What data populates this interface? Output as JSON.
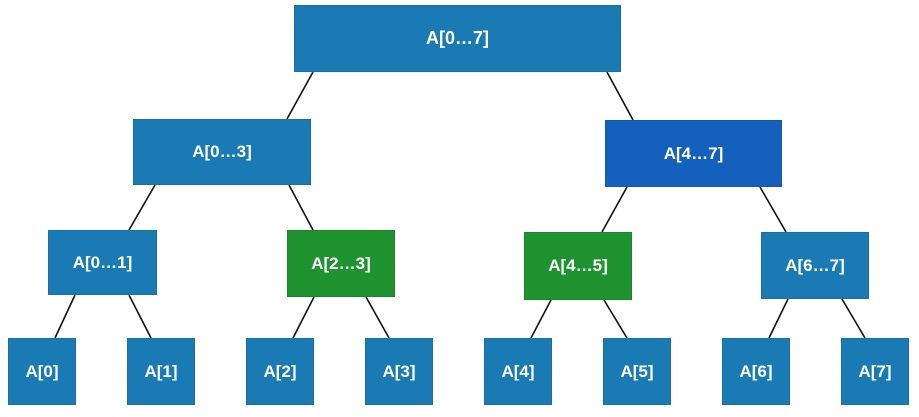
{
  "colors": {
    "default_node": "#1a7bb4",
    "highlight_node_right": "#1460bd",
    "highlight_node_green": "#1e9330",
    "edge": "#111111",
    "text": "#ffffff"
  },
  "tree": {
    "root": {
      "label": "A[0…7]"
    },
    "level1": [
      {
        "label": "A[0…3]"
      },
      {
        "label": "A[4…7]"
      }
    ],
    "level2": [
      {
        "label": "A[0…1]"
      },
      {
        "label": "A[2…3]"
      },
      {
        "label": "A[4…5]"
      },
      {
        "label": "A[6…7]"
      }
    ],
    "leaves": [
      {
        "label": "A[0]"
      },
      {
        "label": "A[1]"
      },
      {
        "label": "A[2]"
      },
      {
        "label": "A[3]"
      },
      {
        "label": "A[4]"
      },
      {
        "label": "A[5]"
      },
      {
        "label": "A[6]"
      },
      {
        "label": "A[7]"
      }
    ]
  }
}
